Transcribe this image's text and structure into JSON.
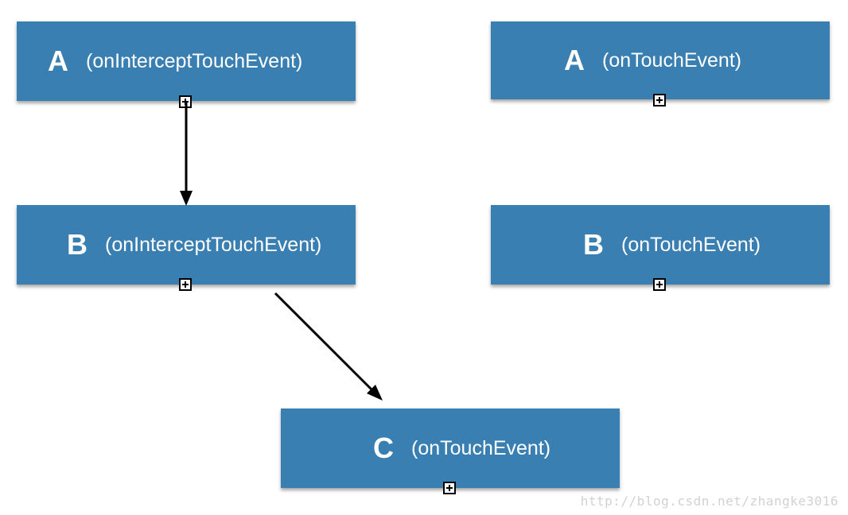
{
  "diagram": {
    "nodes": {
      "a_intercept": {
        "letter": "A",
        "method": "(onInterceptTouchEvent)"
      },
      "a_touch": {
        "letter": "A",
        "method": "(onTouchEvent)"
      },
      "b_intercept": {
        "letter": "B",
        "method": "(onInterceptTouchEvent)"
      },
      "b_touch": {
        "letter": "B",
        "method": "(onTouchEvent)"
      },
      "c_touch": {
        "letter": "C",
        "method": "(onTouchEvent)"
      }
    },
    "edges": [
      {
        "from": "a_intercept",
        "to": "b_intercept"
      },
      {
        "from": "b_intercept",
        "to": "c_touch"
      }
    ]
  },
  "watermark": "http://blog.csdn.net/zhangke3016",
  "colors": {
    "node_fill": "#3a7fb2",
    "node_text": "#ffffff",
    "arrow": "#000000",
    "watermark": "#d2d2d2"
  }
}
